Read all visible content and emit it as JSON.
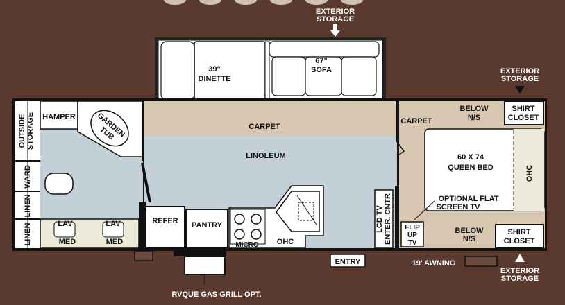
{
  "colors": {
    "background": "#5a3a2e",
    "carpet": "#d7c6b0",
    "linoleum": "#c4d0d8",
    "appliance": "#ffffff",
    "slideout": "#ffffff",
    "wall": "#111111",
    "vanity": "#ecebd9"
  },
  "labels": {
    "exterior_storage_top": [
      "EXTERIOR",
      "STORAGE"
    ],
    "exterior_storage_right_top": [
      "EXTERIOR",
      "STORAGE"
    ],
    "exterior_storage_right_bottom": [
      "EXTERIOR",
      "STORAGE"
    ],
    "dinette": [
      "39\"",
      "DINETTE"
    ],
    "sofa": [
      "67\"",
      "SOFA"
    ],
    "carpet_main": "CARPET",
    "carpet_bedroom": "CARPET",
    "linoleum": "LINOLEUM",
    "hamper": "HAMPER",
    "garden_tub": [
      "GARDEN",
      "TUB"
    ],
    "outside_storage": [
      "OUTSIDE",
      "STORAGE"
    ],
    "ward": "WARD",
    "linen_1": "LINEN",
    "linen_2": "LINEN",
    "lav_1": "LAV",
    "med_1": "MED",
    "lav_2": "LAV",
    "med_2": "MED",
    "refer": "REFER",
    "pantry": "PANTRY",
    "micro": "MICRO",
    "ohc_kitchen": "OHC",
    "lcd_tv": [
      "LCD TV",
      "ENTER. CNTR"
    ],
    "below_ns_top": [
      "BELOW",
      "N/S"
    ],
    "below_ns_bottom": [
      "BELOW",
      "N/S"
    ],
    "shirt_closet_top": [
      "SHIRT",
      "CLOSET"
    ],
    "shirt_closet_bottom": [
      "SHIRT",
      "CLOSET"
    ],
    "queen_bed": [
      "60 X 74",
      "QUEEN BED"
    ],
    "ohc_bedroom": "OHC",
    "optional_tv": [
      "OPTIONAL FLAT",
      "SCREEN TV"
    ],
    "flip_up_tv": [
      "FLIP",
      "UP",
      "TV"
    ],
    "entry": "ENTRY",
    "awning": "19' AWNING",
    "grill": "RVQUE GAS GRILL OPT."
  }
}
